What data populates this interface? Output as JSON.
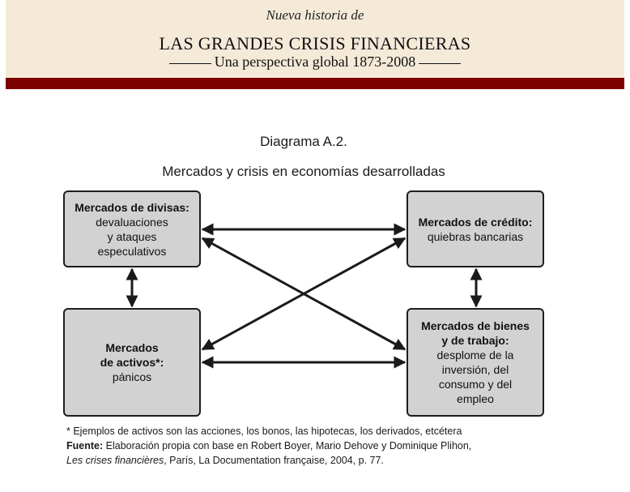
{
  "header": {
    "series": "Nueva historia de",
    "title": "LAS GRANDES CRISIS FINANCIERAS",
    "tagline": "Una perspectiva global 1873-2008"
  },
  "diagram": {
    "label": "Diagrama A.2.",
    "title": "Mercados y crisis en economías desarrolladas",
    "nodes": {
      "divisas": {
        "heading": "Mercados de divisas:",
        "lines": [
          "devaluaciones",
          "y ataques",
          "especulativos"
        ]
      },
      "credito": {
        "heading": "Mercados de crédito:",
        "lines": [
          "quiebras bancarias"
        ]
      },
      "activos": {
        "lines": [
          "Mercados",
          "de activos*:",
          "pánicos"
        ]
      },
      "bienes": {
        "heading": [
          "Mercados de bienes",
          "y de trabajo:"
        ],
        "lines": [
          "desplome de la",
          "inversión, del",
          "consumo y del",
          "empleo"
        ]
      }
    }
  },
  "notes": {
    "footnote": "* Ejemplos de activos son las acciones, los bonos, las hipotecas, los derivados, etcétera",
    "source_label": "Fuente:",
    "source_text": "Elaboración propia con base en Robert Boyer, Mario Dehove y Dominique Plihon,",
    "book_title": "Les crises financières",
    "publication": ", París, La Documentation française, 2004, p. 77."
  }
}
